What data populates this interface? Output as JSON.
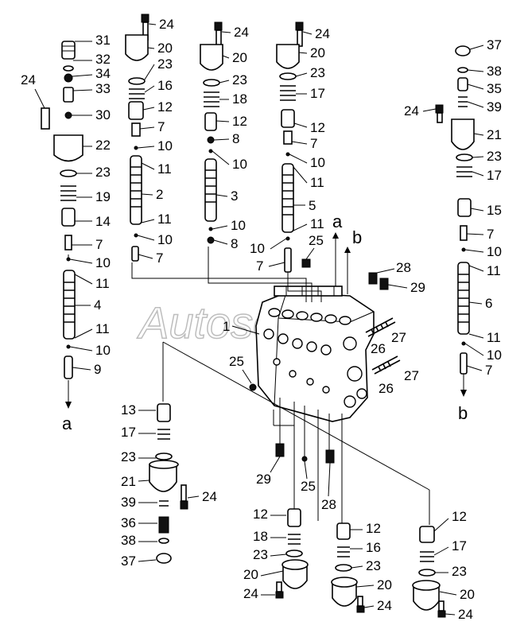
{
  "watermark": "Autosoft",
  "flow_labels": {
    "a_top": "a",
    "b_top": "b",
    "a_bottom": "a",
    "b_bottom": "b"
  },
  "callouts": {
    "c1": "1",
    "c2": "2",
    "c3": "3",
    "c4": "4",
    "c5": "5",
    "c6": "6",
    "c7": "7",
    "c8": "8",
    "c9": "9",
    "c10": "10",
    "c11": "11",
    "c12": "12",
    "c13": "13",
    "c14": "14",
    "c15": "15",
    "c16": "16",
    "c17": "17",
    "c18": "18",
    "c19": "19",
    "c20": "20",
    "c21": "21",
    "c22": "22",
    "c23": "23",
    "c24": "24",
    "c25": "25",
    "c26": "26",
    "c27": "27",
    "c28": "28",
    "c29": "29",
    "c30": "30",
    "c31": "31",
    "c32": "32",
    "c33": "33",
    "c34": "34",
    "c35": "35",
    "c36": "36",
    "c37": "37",
    "c38": "38",
    "c39": "39"
  }
}
